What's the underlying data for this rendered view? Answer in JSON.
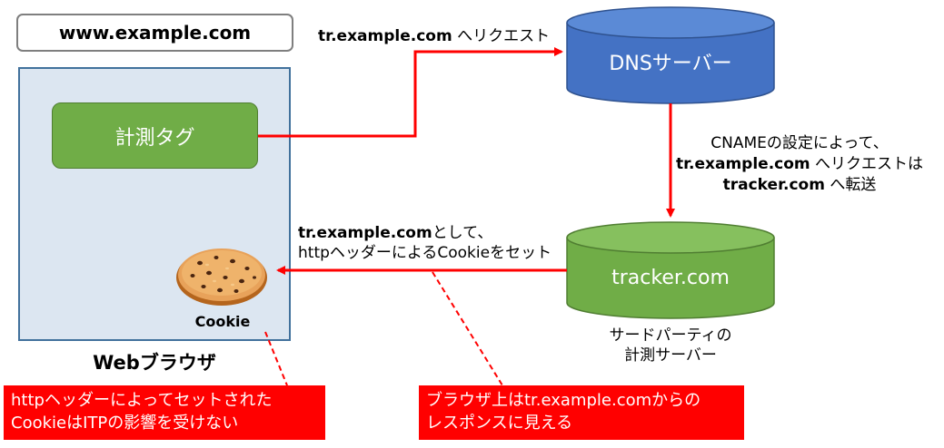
{
  "url_bar": {
    "text": "www.example.com"
  },
  "browser": {
    "label": "Webブラウザ"
  },
  "tag": {
    "label": "計測タグ"
  },
  "cookie": {
    "label": "Cookie"
  },
  "dns": {
    "label": "DNSサーバー"
  },
  "tracker": {
    "label": "tracker.com",
    "caption_line1": "サードパーティの",
    "caption_line2": "計測サーバー"
  },
  "request": {
    "bold": "tr.example.com",
    "rest": " へリクエスト"
  },
  "cname": {
    "line1": "CNAMEの設定によって、",
    "line2_bold": "tr.example.com",
    "line2_rest": " へリクエストは",
    "line3_bold": "tracker.com",
    "line3_rest": " へ転送"
  },
  "set_cookie": {
    "line1_bold": "tr.example.com",
    "line1_rest": "として、",
    "line2": "httpヘッダーによるCookieをセット"
  },
  "note_left": {
    "line1": "httpヘッダーによってセットされた",
    "line2": "CookieはITPの影響を受けない"
  },
  "note_right": {
    "line1": "ブラウザ上はtr.example.comからの",
    "line2": "レスポンスに見える"
  },
  "colors": {
    "arrow": "#ff0000",
    "dns": "#4472c4",
    "tracker": "#70ad47",
    "browser_bg": "#dce6f1"
  }
}
